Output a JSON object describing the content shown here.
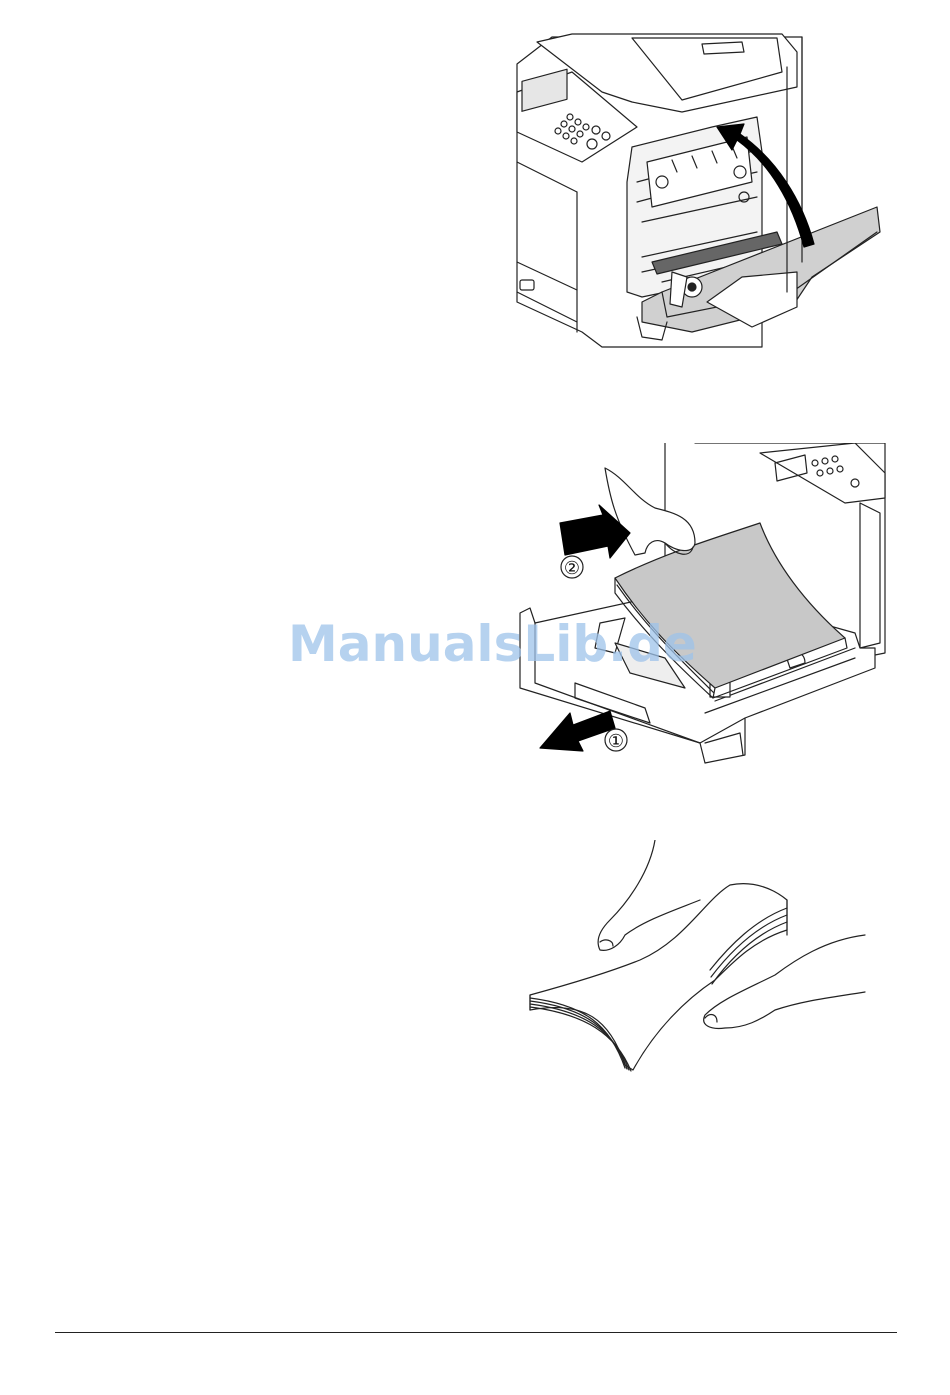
{
  "watermark": {
    "text": "ManualsLib.de"
  },
  "figures": {
    "tray": {
      "step_push": "②",
      "step_pull": "①"
    }
  },
  "colors": {
    "line": "#222222",
    "paper_fill": "#c8c8c8",
    "watermark": "#9ec3ea"
  },
  "icons": {
    "rotate_arrow": "curved-arrow-icon",
    "pull_arrow": "arrow-left-down-icon",
    "push_arrow": "arrow-left-icon"
  }
}
